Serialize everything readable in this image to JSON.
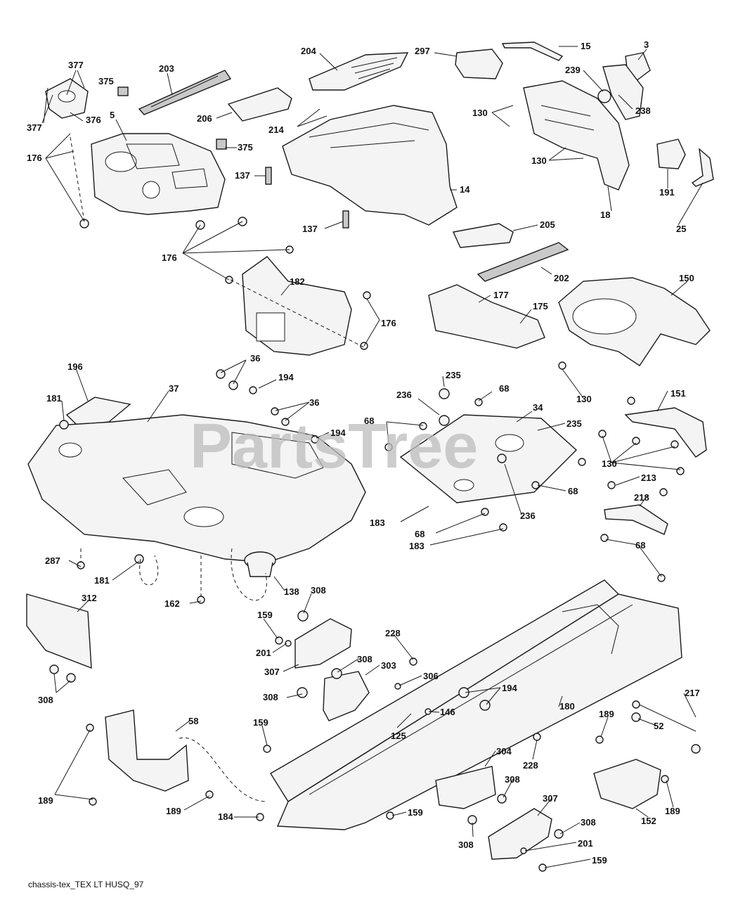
{
  "watermark": "PartsTree",
  "footer_label": "chassis-tex_TEX LT HUSQ_97",
  "callouts": [
    {
      "id": "c-377-top",
      "text": "377"
    },
    {
      "id": "c-375-top",
      "text": "375"
    },
    {
      "id": "c-203",
      "text": "203"
    },
    {
      "id": "c-204",
      "text": "204"
    },
    {
      "id": "c-297",
      "text": "297"
    },
    {
      "id": "c-15",
      "text": "15"
    },
    {
      "id": "c-3",
      "text": "3"
    },
    {
      "id": "c-239",
      "text": "239"
    },
    {
      "id": "c-238",
      "text": "238"
    },
    {
      "id": "c-377-left",
      "text": "377"
    },
    {
      "id": "c-376",
      "text": "376"
    },
    {
      "id": "c-5",
      "text": "5"
    },
    {
      "id": "c-206",
      "text": "206"
    },
    {
      "id": "c-214",
      "text": "214"
    },
    {
      "id": "c-130-a",
      "text": "130"
    },
    {
      "id": "c-176-a",
      "text": "176"
    },
    {
      "id": "c-375-mid",
      "text": "375"
    },
    {
      "id": "c-130-b",
      "text": "130"
    },
    {
      "id": "c-191",
      "text": "191"
    },
    {
      "id": "c-137-a",
      "text": "137"
    },
    {
      "id": "c-14",
      "text": "14"
    },
    {
      "id": "c-18",
      "text": "18"
    },
    {
      "id": "c-25",
      "text": "25"
    },
    {
      "id": "c-137-b",
      "text": "137"
    },
    {
      "id": "c-205",
      "text": "205"
    },
    {
      "id": "c-176-b",
      "text": "176"
    },
    {
      "id": "c-202",
      "text": "202"
    },
    {
      "id": "c-150",
      "text": "150"
    },
    {
      "id": "c-182",
      "text": "182"
    },
    {
      "id": "c-177",
      "text": "177"
    },
    {
      "id": "c-175",
      "text": "175"
    },
    {
      "id": "c-176-c",
      "text": "176"
    },
    {
      "id": "c-196",
      "text": "196"
    },
    {
      "id": "c-36-a",
      "text": "36"
    },
    {
      "id": "c-235-a",
      "text": "235"
    },
    {
      "id": "c-37",
      "text": "37"
    },
    {
      "id": "c-194-a",
      "text": "194"
    },
    {
      "id": "c-236-a",
      "text": "236"
    },
    {
      "id": "c-68-a",
      "text": "68"
    },
    {
      "id": "c-34",
      "text": "34"
    },
    {
      "id": "c-181-a",
      "text": "181"
    },
    {
      "id": "c-36-b",
      "text": "36"
    },
    {
      "id": "c-130-c",
      "text": "130"
    },
    {
      "id": "c-151",
      "text": "151"
    },
    {
      "id": "c-68-b",
      "text": "68"
    },
    {
      "id": "c-235-b",
      "text": "235"
    },
    {
      "id": "c-194-b",
      "text": "194"
    },
    {
      "id": "c-130-d",
      "text": "130"
    },
    {
      "id": "c-68-c",
      "text": "68"
    },
    {
      "id": "c-213",
      "text": "213"
    },
    {
      "id": "c-218",
      "text": "218"
    },
    {
      "id": "c-183-a",
      "text": "183"
    },
    {
      "id": "c-236-b",
      "text": "236"
    },
    {
      "id": "c-68-d",
      "text": "68"
    },
    {
      "id": "c-183-b",
      "text": "183"
    },
    {
      "id": "c-287",
      "text": "287"
    },
    {
      "id": "c-68-e",
      "text": "68"
    },
    {
      "id": "c-181-b",
      "text": "181"
    },
    {
      "id": "c-138",
      "text": "138"
    },
    {
      "id": "c-308-a",
      "text": "308"
    },
    {
      "id": "c-312",
      "text": "312"
    },
    {
      "id": "c-162",
      "text": "162"
    },
    {
      "id": "c-159-a",
      "text": "159"
    },
    {
      "id": "c-228-a",
      "text": "228"
    },
    {
      "id": "c-201-a",
      "text": "201"
    },
    {
      "id": "c-308-b",
      "text": "308"
    },
    {
      "id": "c-303",
      "text": "303"
    },
    {
      "id": "c-307-a",
      "text": "307"
    },
    {
      "id": "c-306",
      "text": "306"
    },
    {
      "id": "c-194-c",
      "text": "194"
    },
    {
      "id": "c-308-c",
      "text": "308"
    },
    {
      "id": "c-217",
      "text": "217"
    },
    {
      "id": "c-308-d",
      "text": "308"
    },
    {
      "id": "c-146",
      "text": "146"
    },
    {
      "id": "c-189-a",
      "text": "189"
    },
    {
      "id": "c-58",
      "text": "58"
    },
    {
      "id": "c-159-b",
      "text": "159"
    },
    {
      "id": "c-180",
      "text": "180"
    },
    {
      "id": "c-125",
      "text": "125"
    },
    {
      "id": "c-52",
      "text": "52"
    },
    {
      "id": "c-304",
      "text": "304"
    },
    {
      "id": "c-228-b",
      "text": "228"
    },
    {
      "id": "c-189-b",
      "text": "189"
    },
    {
      "id": "c-308-e",
      "text": "308"
    },
    {
      "id": "c-307-b",
      "text": "307"
    },
    {
      "id": "c-189-c",
      "text": "189"
    },
    {
      "id": "c-159-c",
      "text": "159"
    },
    {
      "id": "c-152",
      "text": "152"
    },
    {
      "id": "c-189-d",
      "text": "189"
    },
    {
      "id": "c-184",
      "text": "184"
    },
    {
      "id": "c-308-f",
      "text": "308"
    },
    {
      "id": "c-308-g",
      "text": "308"
    },
    {
      "id": "c-201-b",
      "text": "201"
    },
    {
      "id": "c-159-d",
      "text": "159"
    }
  ]
}
